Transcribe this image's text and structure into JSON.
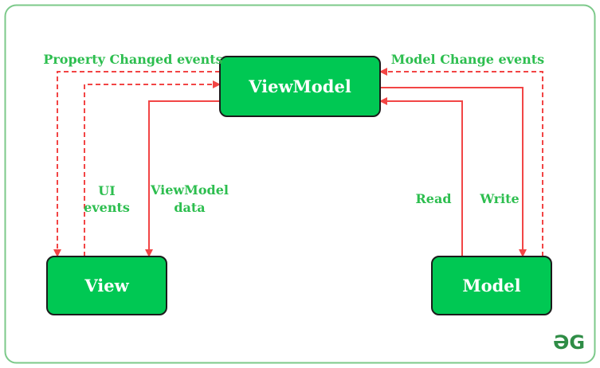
{
  "nodes": {
    "viewmodel": "ViewModel",
    "view": "View",
    "model": "Model"
  },
  "labels": {
    "property_changed": "Property Changed events",
    "model_change": "Model Change events",
    "ui": "UI",
    "events": "events",
    "viewmodel": "ViewModel",
    "data": "data",
    "read": "Read",
    "write": "Write"
  },
  "logo": {
    "text": "ƏG"
  },
  "colors": {
    "node_fill": "#00c853",
    "node_stroke": "#1b1b1b",
    "arrow": "#f24545",
    "label": "#2dbe4f",
    "frame": "#7cc98a"
  }
}
